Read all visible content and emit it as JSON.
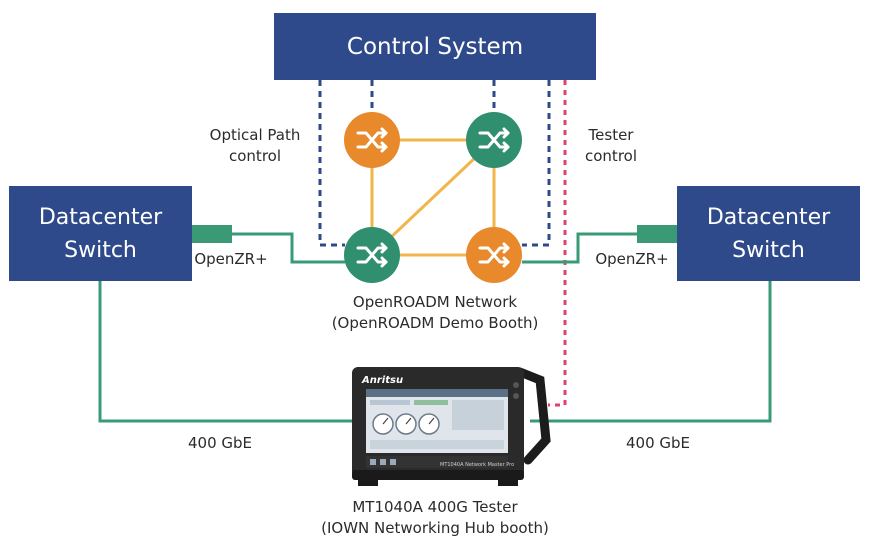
{
  "control_system": {
    "label": "Control System"
  },
  "datacenter_left": {
    "line1": "Datacenter",
    "line2": "Switch"
  },
  "datacenter_right": {
    "line1": "Datacenter",
    "line2": "Switch"
  },
  "optical_path": {
    "line1": "Optical Path",
    "line2": "control"
  },
  "tester_control": {
    "line1": "Tester",
    "line2": "control"
  },
  "openzr_left": "OpenZR+",
  "openzr_right": "OpenZR+",
  "network": {
    "line1": "OpenROADM Network",
    "line2": "(OpenROADM Demo Booth)"
  },
  "link_left": "400 GbE",
  "link_right": "400 GbE",
  "tester": {
    "line1": "MT1040A 400G Tester",
    "line2": "(IOWN Networking Hub booth)",
    "brand": "Anritsu",
    "model_badge": "MT1040A Network Master Pro"
  },
  "colors": {
    "box": "#2f4a8a",
    "orange_node": "#e8892b",
    "green_node": "#2f8f6e",
    "green_line": "#3a9a76",
    "mesh_line": "#f2b54a",
    "control_dash": "#2f4a8a",
    "tester_dash": "#e0426b",
    "module": "#3a9a76"
  },
  "icons": {
    "roadm_node": "crossed-arrows-icon",
    "module": "transceiver-module"
  }
}
